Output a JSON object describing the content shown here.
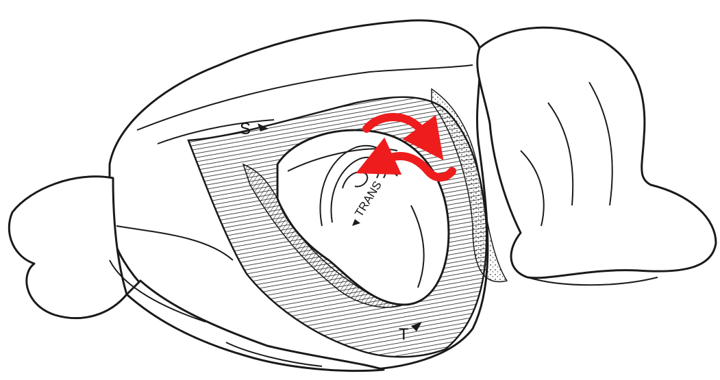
{
  "labels": {
    "s": "S",
    "t": "T",
    "trans": "TRANS"
  },
  "colors": {
    "ink": "#1a1a1a",
    "arrow": "#ee1c1c",
    "background": "#ffffff"
  }
}
